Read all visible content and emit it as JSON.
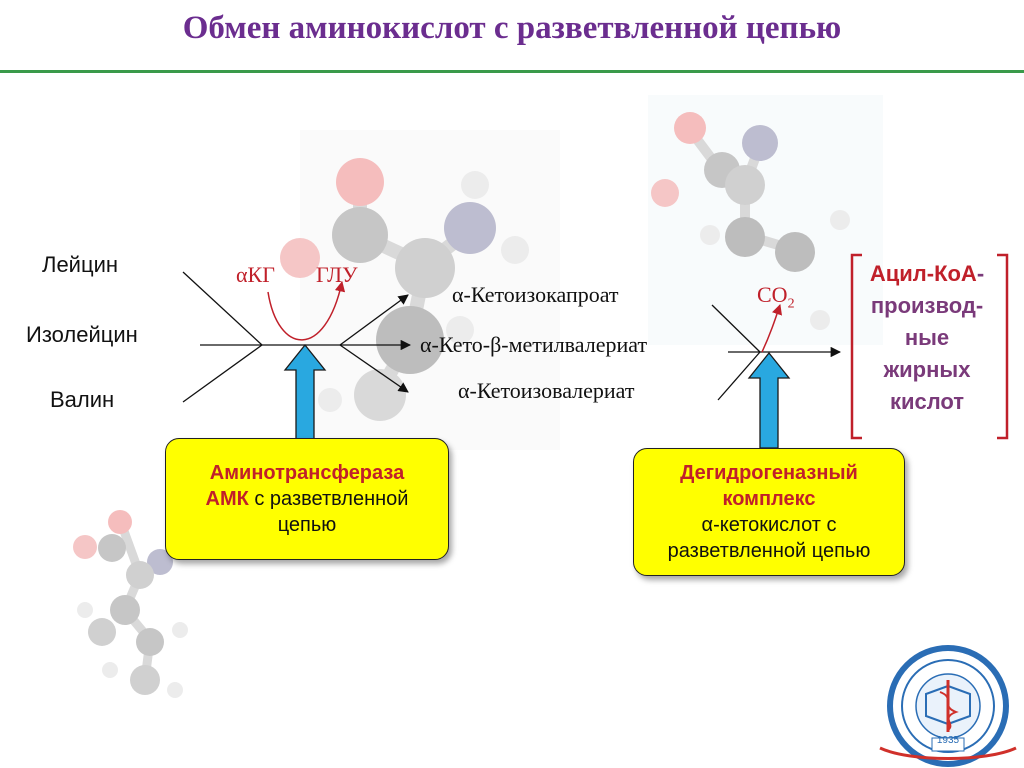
{
  "title": "Обмен аминокислот с разветвленной цепью",
  "amino_acids": [
    "Лейцин",
    "Изолейцин",
    "Валин"
  ],
  "cofactors": {
    "akg": "αКГ",
    "glu": "ГЛУ",
    "co2": "CO",
    "co2_sub": "2"
  },
  "keto_acids": [
    "α-Кетоизокапроат",
    "α-Кето-β-метилвалериат",
    "α-Кетоизовалериат"
  ],
  "enzyme1": {
    "line1": "Аминотрансфераза",
    "line2_bold": "АМК",
    "line2_rest": " с разветвленной",
    "line3": "цепью"
  },
  "enzyme2": {
    "line1": "Дегидрогеназный",
    "line2": "комплекс",
    "line3": "α-кетокислот с",
    "line4": "разветвленной цепью"
  },
  "product": {
    "line1_a": "Ацил-КоА",
    "line1_b": "-",
    "line2": "производ-",
    "line3": "ные",
    "line4": "жирных",
    "line5": "кислот"
  },
  "logo": {
    "year": "1935"
  },
  "colors": {
    "title": "#6b2d8f",
    "rule": "#3a9a4a",
    "enzyme_fill": "#ffff00",
    "enzyme_text": "#c0202a",
    "arrow_fill": "#29a8e0",
    "bracket": "#c0202a"
  }
}
